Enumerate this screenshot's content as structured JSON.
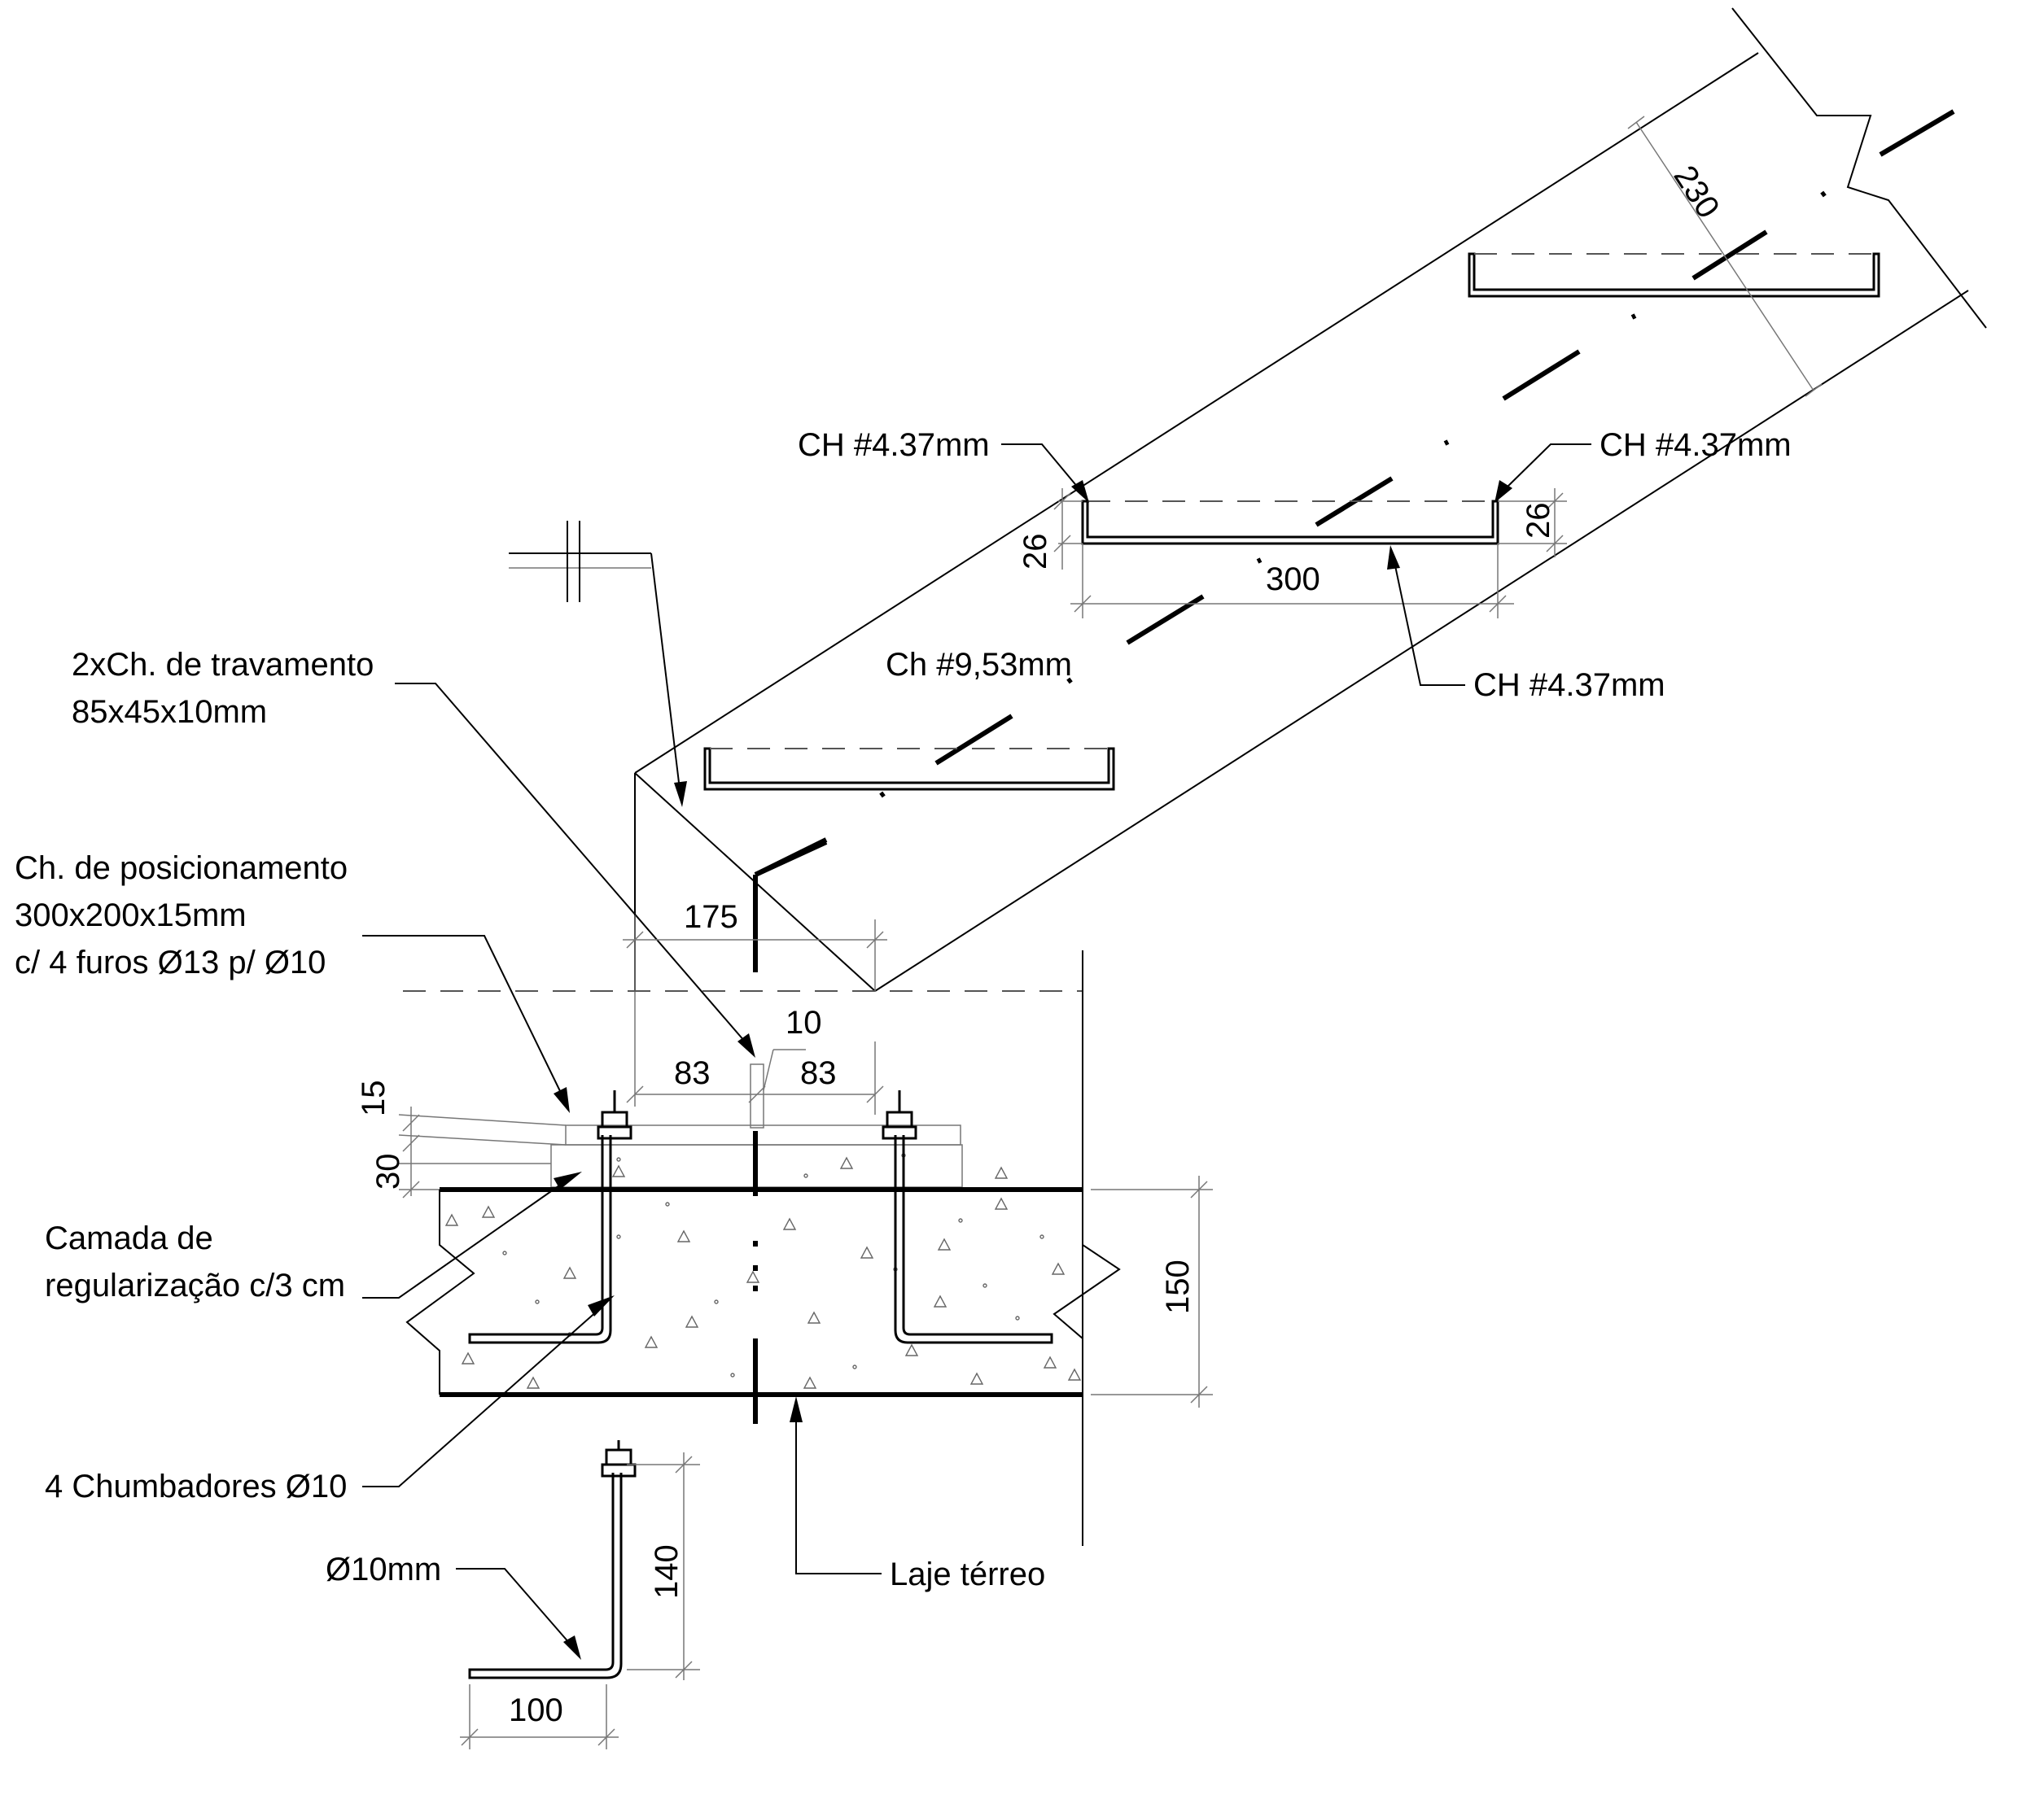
{
  "labels": {
    "ch_top_left": "CH #4.37mm",
    "ch_top_right": "CH #4.37mm",
    "ch_bottom": "CH #4.37mm",
    "ch_953": "Ch #9,53mm",
    "travamento_1": "2xCh. de travamento",
    "travamento_2": "85x45x10mm",
    "posicionamento_1": "Ch. de posicionamento",
    "posicionamento_2": "300x200x15mm",
    "posicionamento_3": "c/ 4 furos Ø13 p/ Ø10",
    "camada_1": "Camada de",
    "camada_2": "regularização c/3 cm",
    "chumbadores": "4 Chumbadores Ø10",
    "diametro": "Ø10mm",
    "laje": "Laje térreo"
  },
  "dimensions": {
    "d230": "230",
    "d26_left": "26",
    "d26_right": "26",
    "d300": "300",
    "d175": "175",
    "d10": "10",
    "d83_left": "83",
    "d83_right": "83",
    "d15": "15",
    "d30": "30",
    "d150": "150",
    "d140": "140",
    "d100": "100"
  }
}
